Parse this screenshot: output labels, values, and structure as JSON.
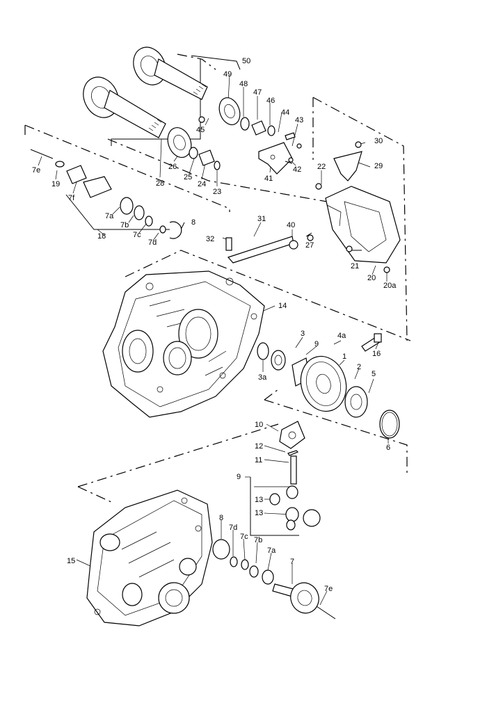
{
  "callouts": [
    {
      "id": "c50",
      "text": "50"
    },
    {
      "id": "c49",
      "text": "49"
    },
    {
      "id": "c48",
      "text": "48"
    },
    {
      "id": "c47",
      "text": "47"
    },
    {
      "id": "c46",
      "text": "46"
    },
    {
      "id": "c44",
      "text": "44"
    },
    {
      "id": "c43",
      "text": "43"
    },
    {
      "id": "c45",
      "text": "45"
    },
    {
      "id": "c42",
      "text": "42"
    },
    {
      "id": "c41",
      "text": "41"
    },
    {
      "id": "c30",
      "text": "30"
    },
    {
      "id": "c29",
      "text": "29"
    },
    {
      "id": "c22",
      "text": "22"
    },
    {
      "id": "c26",
      "text": "26"
    },
    {
      "id": "c25",
      "text": "25"
    },
    {
      "id": "c24",
      "text": "24"
    },
    {
      "id": "c23",
      "text": "23"
    },
    {
      "id": "c28",
      "text": "28"
    },
    {
      "id": "c7e",
      "text": "7e"
    },
    {
      "id": "c19",
      "text": "19"
    },
    {
      "id": "c7f",
      "text": "7f"
    },
    {
      "id": "c7a",
      "text": "7a"
    },
    {
      "id": "c7b",
      "text": "7b"
    },
    {
      "id": "c7c",
      "text": "7c"
    },
    {
      "id": "c7d",
      "text": "7d"
    },
    {
      "id": "c8",
      "text": "8"
    },
    {
      "id": "c18",
      "text": "18"
    },
    {
      "id": "c31",
      "text": "31"
    },
    {
      "id": "c40",
      "text": "40"
    },
    {
      "id": "c32",
      "text": "32"
    },
    {
      "id": "c27",
      "text": "27"
    },
    {
      "id": "c21",
      "text": "21"
    },
    {
      "id": "c20",
      "text": "20"
    },
    {
      "id": "c20a",
      "text": "20a"
    },
    {
      "id": "c14",
      "text": "14"
    },
    {
      "id": "c4a",
      "text": "4a"
    },
    {
      "id": "c16",
      "text": "16"
    },
    {
      "id": "c3",
      "text": "3"
    },
    {
      "id": "c9a",
      "text": "9"
    },
    {
      "id": "c3a",
      "text": "3a"
    },
    {
      "id": "c1",
      "text": "1"
    },
    {
      "id": "c2",
      "text": "2"
    },
    {
      "id": "c5",
      "text": "5"
    },
    {
      "id": "c6",
      "text": "6"
    },
    {
      "id": "c10",
      "text": "10"
    },
    {
      "id": "c12",
      "text": "12"
    },
    {
      "id": "c11",
      "text": "11"
    },
    {
      "id": "c9b",
      "text": "9"
    },
    {
      "id": "c13a",
      "text": "13"
    },
    {
      "id": "c13b",
      "text": "13"
    },
    {
      "id": "c8b",
      "text": "8"
    },
    {
      "id": "c7d2",
      "text": "7d"
    },
    {
      "id": "c7c2",
      "text": "7c"
    },
    {
      "id": "c7b2",
      "text": "7b"
    },
    {
      "id": "c7a2",
      "text": "7a"
    },
    {
      "id": "c7",
      "text": "7"
    },
    {
      "id": "c7e2",
      "text": "7e"
    },
    {
      "id": "c15",
      "text": "15"
    }
  ]
}
